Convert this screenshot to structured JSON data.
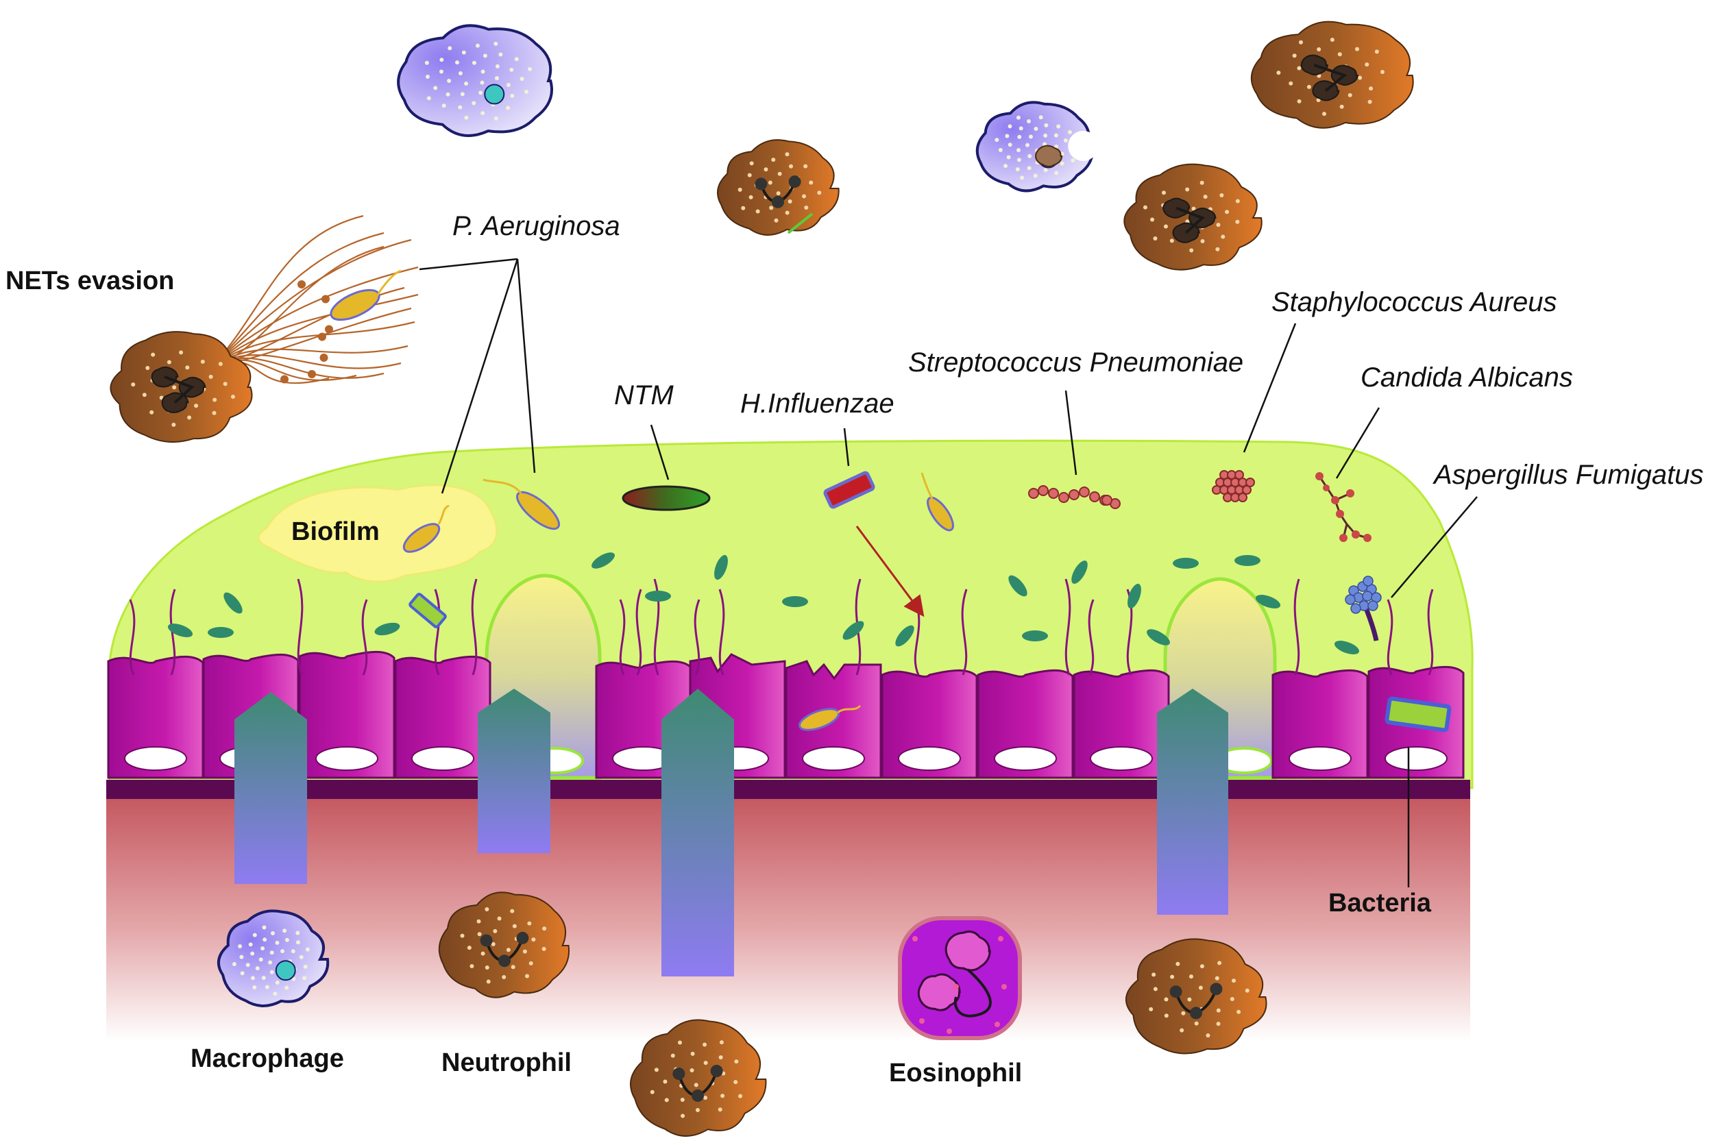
{
  "labels": {
    "nets_evasion": "NETs evasion",
    "p_aeruginosa": "P. Aeruginosa",
    "biofilm": "Biofilm",
    "ntm": "NTM",
    "h_influenzae": "H.Influenzae",
    "strep_pneumoniae": "Streptococcus Pneumoniae",
    "staph_aureus": "Staphylococcus Aureus",
    "candida_albicans": "Candida Albicans",
    "aspergillus_fumigatus": "Aspergillus Fumigatus",
    "bacteria": "Bacteria",
    "macrophage": "Macrophage",
    "neutrophil": "Neutrophil",
    "eosinophil": "Eosinophil"
  },
  "colors": {
    "mucus": "#d9f77a",
    "epithelial_cell": "#b0139e",
    "basement_membrane": "#5b0a52",
    "submucosa": "#c8686e",
    "macrophage": "#b8a6f0",
    "neutrophil": "#8a4a1f",
    "eosinophil": "#b01fd0",
    "biofilm": "#f9f590",
    "gland": "#4a8f7c"
  }
}
